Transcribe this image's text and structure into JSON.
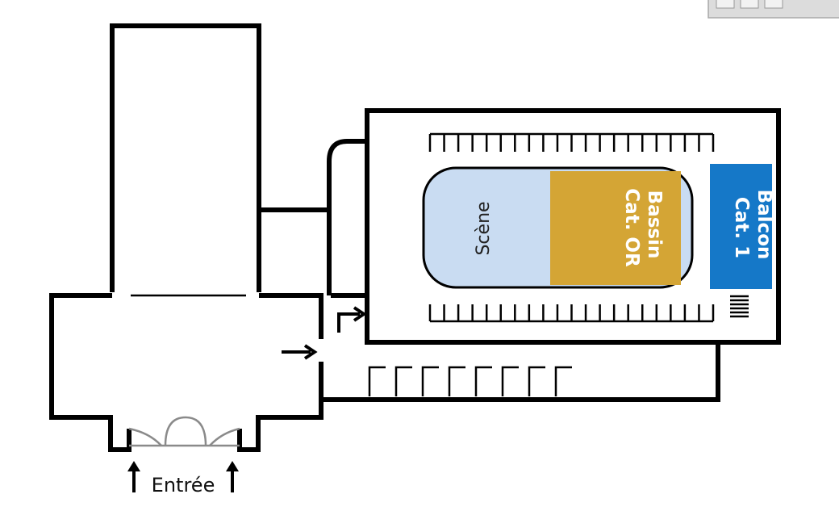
{
  "map": {
    "stage_label": "Scène",
    "zones": [
      {
        "id": "bassin",
        "lines": [
          "Bassin",
          "Cat. OR"
        ],
        "color": "#d4a535"
      },
      {
        "id": "balcon",
        "lines": [
          "Balcon",
          "Cat. 1"
        ],
        "color": "#1578c8"
      }
    ],
    "stage_color": "#c9dcf2",
    "entrance_label": "Entrée"
  }
}
